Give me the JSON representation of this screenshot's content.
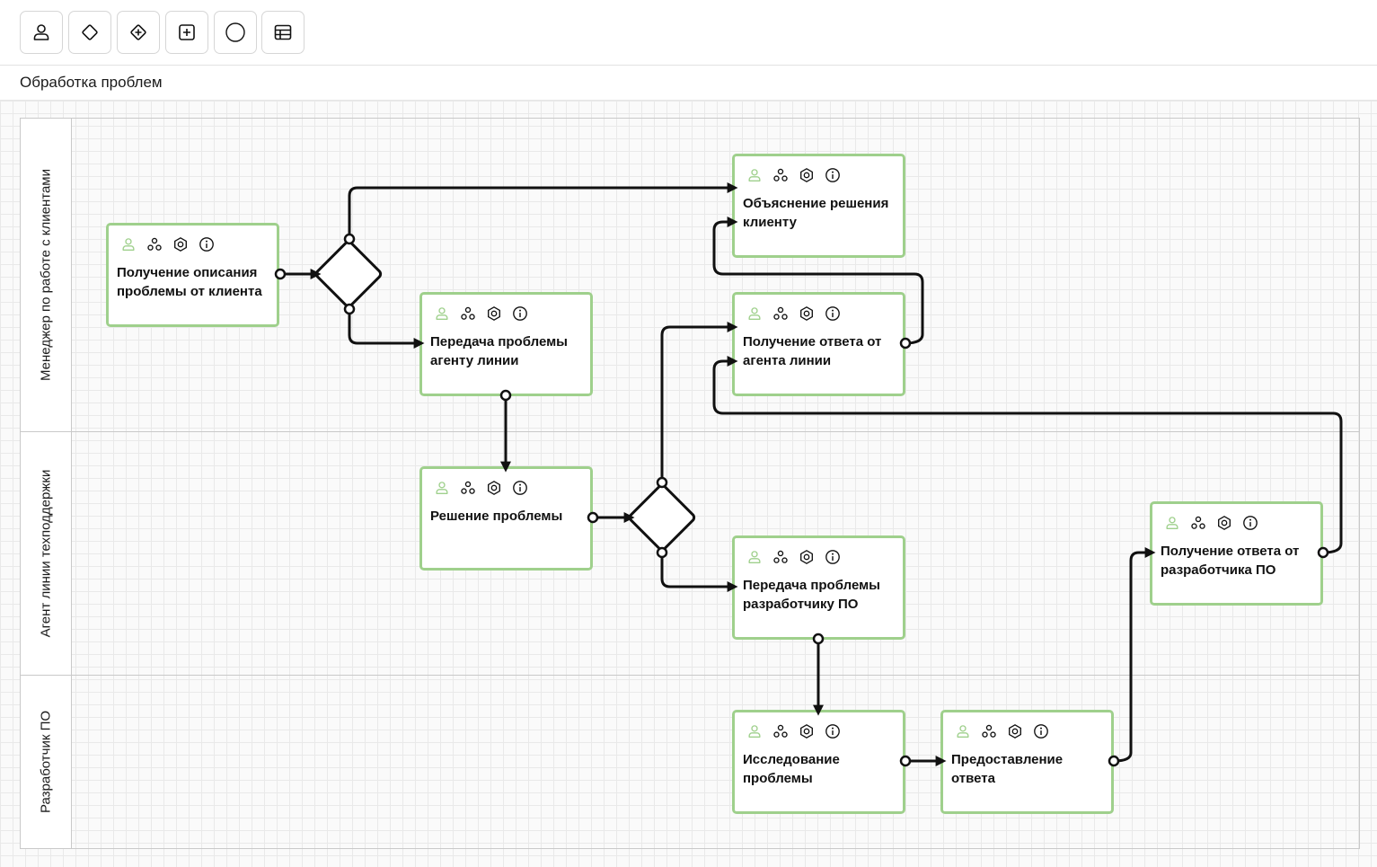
{
  "toolbar": {
    "tools": [
      {
        "name": "lane-tool",
        "icon": "person-icon"
      },
      {
        "name": "gateway-tool",
        "icon": "diamond-icon"
      },
      {
        "name": "gateway-plus-tool",
        "icon": "diamond-plus-icon"
      },
      {
        "name": "subprocess-tool",
        "icon": "square-plus-icon"
      },
      {
        "name": "event-tool",
        "icon": "circle-icon"
      },
      {
        "name": "table-tool",
        "icon": "table-icon"
      }
    ]
  },
  "process": {
    "title": "Обработка проблем"
  },
  "lanes": [
    {
      "id": "manager",
      "label": "Менеджер по работе с клиентами"
    },
    {
      "id": "agent",
      "label": "Агент линии техподдержки"
    },
    {
      "id": "developer",
      "label": "Разработчик ПО"
    }
  ],
  "tasks": [
    {
      "id": "t1",
      "lane": "manager",
      "label": "Получение описания проблемы от клиента"
    },
    {
      "id": "t2",
      "lane": "manager",
      "label": "Передача проблемы агенту линии"
    },
    {
      "id": "t3",
      "lane": "manager",
      "label": "Объяснение решения клиенту"
    },
    {
      "id": "t4",
      "lane": "manager",
      "label": "Получение ответа от агента линии"
    },
    {
      "id": "t5",
      "lane": "agent",
      "label": "Решение проблемы"
    },
    {
      "id": "t6",
      "lane": "agent",
      "label": "Передача проблемы разработчику ПО"
    },
    {
      "id": "t7",
      "lane": "agent",
      "label": "Получение ответа от разработчика ПО"
    },
    {
      "id": "t8",
      "lane": "developer",
      "label": "Исследование проблемы"
    },
    {
      "id": "t9",
      "lane": "developer",
      "label": "Предоставление ответа"
    }
  ],
  "gateways": [
    {
      "id": "g1",
      "lane": "manager"
    },
    {
      "id": "g2",
      "lane": "agent"
    }
  ],
  "flows": [
    {
      "from": "t1",
      "to": "g1"
    },
    {
      "from": "g1",
      "to": "t3"
    },
    {
      "from": "g1",
      "to": "t2"
    },
    {
      "from": "t2",
      "to": "t5"
    },
    {
      "from": "t5",
      "to": "g2"
    },
    {
      "from": "g2",
      "to": "t4"
    },
    {
      "from": "g2",
      "to": "t6"
    },
    {
      "from": "t4",
      "to": "t3"
    },
    {
      "from": "t6",
      "to": "t8"
    },
    {
      "from": "t8",
      "to": "t9"
    },
    {
      "from": "t9",
      "to": "t7"
    },
    {
      "from": "t7",
      "to": "t4"
    }
  ],
  "task_icons": [
    "person-icon",
    "nodes-icon",
    "hexagon-gear-icon",
    "info-icon"
  ],
  "colors": {
    "task_border": "#9fd08c",
    "task_person_icon": "#9fd08c",
    "edge": "#111111",
    "lane_border": "#c9c9c9",
    "grid": "#e9e9e9"
  }
}
